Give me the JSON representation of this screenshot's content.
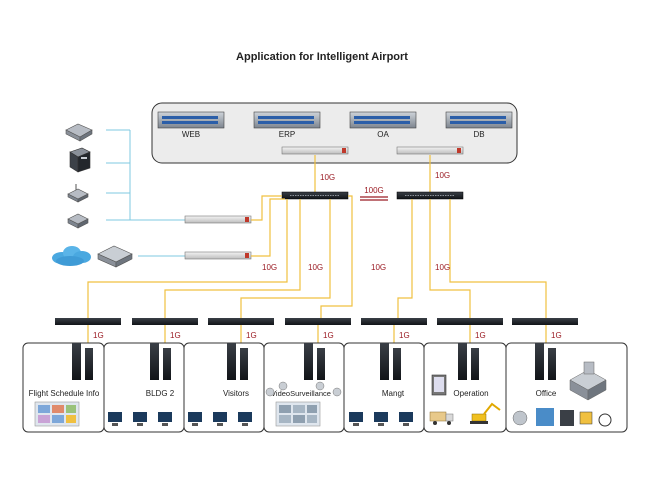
{
  "title": "Application for Intelligent Airport",
  "server_rack": {
    "servers": [
      {
        "label": "WEB"
      },
      {
        "label": "ERP"
      },
      {
        "label": "OA"
      },
      {
        "label": "DB"
      }
    ]
  },
  "links": {
    "core_left_uplink": "10G",
    "core_right_uplink": "10G",
    "core_interlink": "100G",
    "dist_1": "10G",
    "dist_2": "10G",
    "dist_3": "10G",
    "dist_4": "10G"
  },
  "buildings": [
    {
      "label": "Flight Schedule Info",
      "uplink": "1G"
    },
    {
      "label": "BLDG 2",
      "uplink": "1G"
    },
    {
      "label": "Visitors",
      "uplink": "1G"
    },
    {
      "label": "VideoSurveillance",
      "uplink": "1G"
    },
    {
      "label": "Mangt",
      "uplink": "1G"
    },
    {
      "label": "Operation",
      "uplink": "1G"
    },
    {
      "label": "Office",
      "uplink": "1G"
    }
  ],
  "colors": {
    "link_10g": "#f0c040",
    "link_edge": "#7fc8e0",
    "link_100g": "#9b1c24",
    "label_red": "#9b1c24",
    "box_fill": "#ececec",
    "box_border": "#333333"
  },
  "edge_devices": [
    "router-icon",
    "server-tower-icon",
    "wireless-ap-icon",
    "modem-icon",
    "cloud-icon",
    "switch-box-icon"
  ]
}
